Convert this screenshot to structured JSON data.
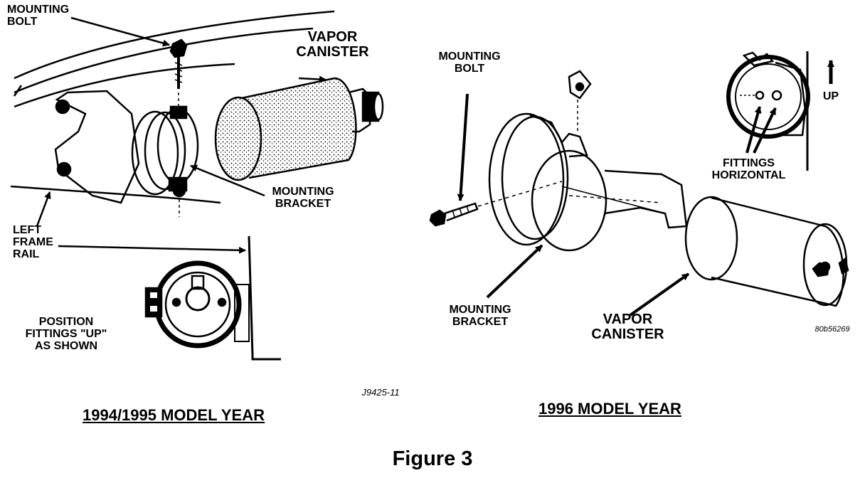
{
  "left_panel": {
    "mounting_bolt": "MOUNTING\nBOLT",
    "vapor_canister": "VAPOR\nCANISTER",
    "mounting_bracket": "MOUNTING\nBRACKET",
    "left_frame_rail": "LEFT\nFRAME\nRAIL",
    "position_note": "POSITION\nFITTINGS \"UP\"\nAS SHOWN",
    "ref_code": "J9425-11",
    "caption": "1994/1995 MODEL YEAR"
  },
  "right_panel": {
    "mounting_bolt": "MOUNTING\nBOLT",
    "fittings": "FITTINGS\nHORIZONTAL",
    "up": "UP",
    "mounting_bracket": "MOUNTING\nBRACKET",
    "vapor_canister": "VAPOR\nCANISTER",
    "ref_code": "80b56269",
    "caption": "1996 MODEL YEAR"
  },
  "figure_title": "Figure 3"
}
